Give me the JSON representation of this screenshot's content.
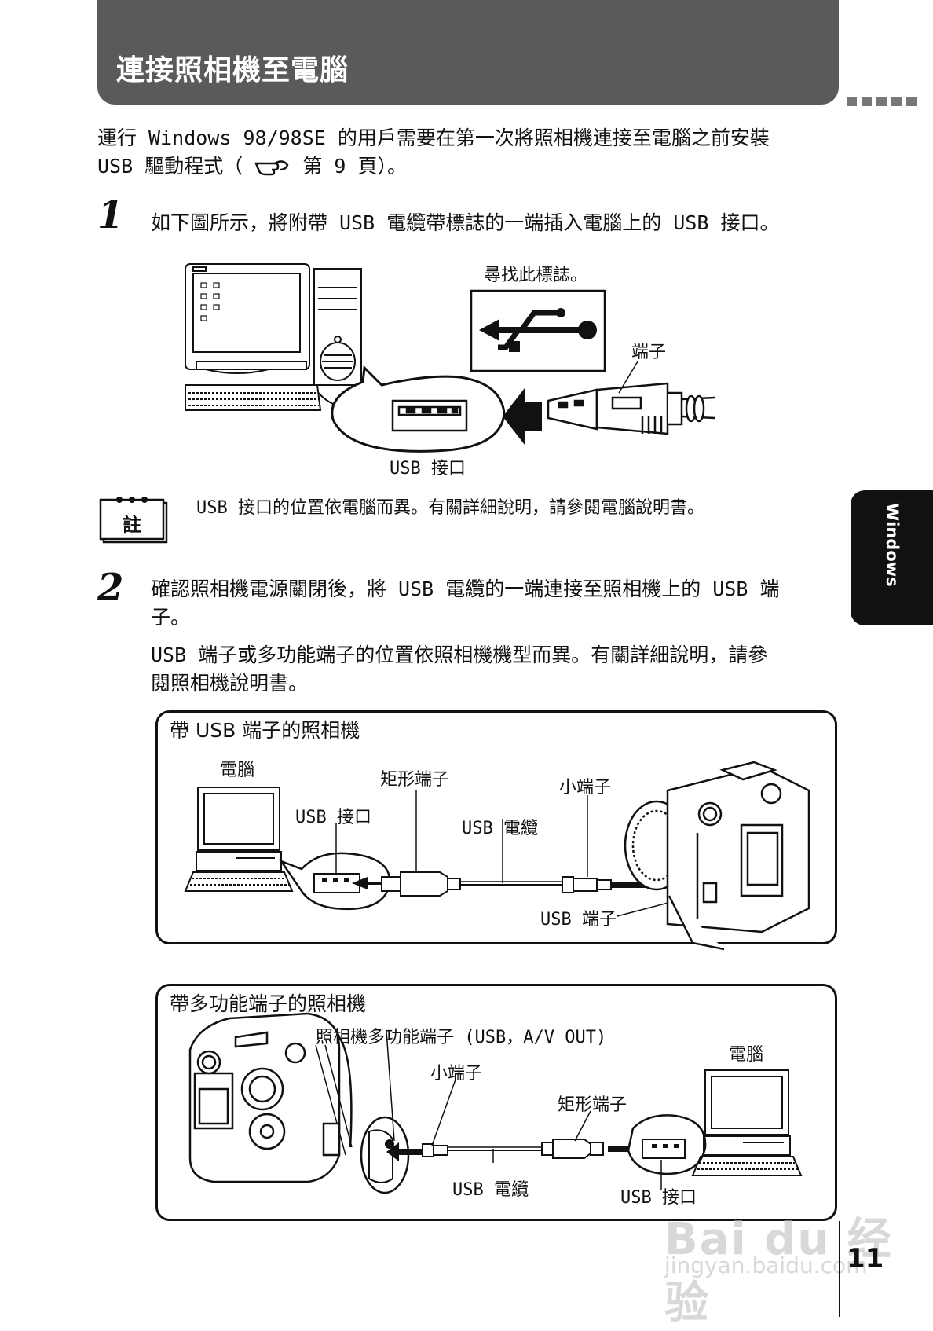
{
  "header": {
    "title": "連接照相機至電腦"
  },
  "side_tab": {
    "label": "Windows"
  },
  "intro": {
    "line1": "運行 Windows 98/98SE 的用戶需要在第一次將照相機連接至電腦之前安裝",
    "line2_prefix": "USB 驅動程式（",
    "line2_suffix": " 第 9 頁）。"
  },
  "step1": {
    "number": "1",
    "text": "如下圖所示，將附帶 USB 電纜帶標誌的一端插入電腦上的 USB 接口。",
    "label_find_logo": "尋找此標誌。",
    "label_terminal": "端子",
    "label_usb_port": "USB 接口"
  },
  "note": {
    "icon_label": "註",
    "text": "USB 接口的位置依電腦而異。有關詳細說明，請參閱電腦說明書。"
  },
  "step2": {
    "number": "2",
    "text_line1": "確認照相機電源關閉後，將 USB 電纜的一端連接至照相機上的 USB 端",
    "text_line2": "子。",
    "sub_line1": "USB 端子或多功能端子的位置依照相機機型而異。有關詳細說明，請參",
    "sub_line2": "閱照相機說明書。"
  },
  "box1": {
    "title": "帶 USB 端子的照相機",
    "label_pc": "電腦",
    "label_rect_terminal": "矩形端子",
    "label_small_terminal": "小端子",
    "label_usb_port": "USB 接口",
    "label_usb_cable": "USB 電纜",
    "label_usb_terminal": "USB 端子"
  },
  "box2": {
    "title": "帶多功能端子的照相機",
    "label_multi_terminal": "照相機多功能端子 (USB，A/V OUT)",
    "label_pc": "電腦",
    "label_small_terminal": "小端子",
    "label_rect_terminal": "矩形端子",
    "label_usb_cable": "USB 電纜",
    "label_usb_port": "USB 接口"
  },
  "footer": {
    "page_number": "11"
  },
  "watermark": {
    "brand": "Bai du 经验",
    "url": "jingyan.baidu.com"
  }
}
